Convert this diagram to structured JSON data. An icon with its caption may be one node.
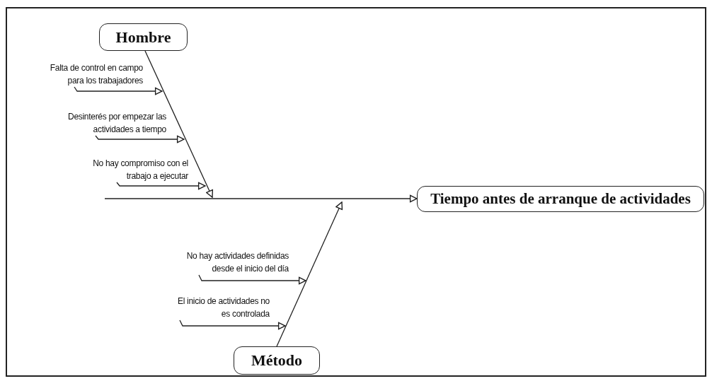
{
  "diagram": {
    "nodes": [
      {
        "text": [
          "Hombre"
        ]
      },
      {
        "text": [
          "Falta de control en campo para los trabajadores"
        ]
      },
      {
        "text": [
          "Desinterés por empezar las actividades a tiempo"
        ]
      },
      {
        "text": [
          "No hay compromiso con el trabajo a ejecutar"
        ]
      },
      {
        "text": [
          "Tiempo antes de arranque de actividades"
        ]
      },
      {
        "text": [
          "No hay actividades definidas desde el inicio del día"
        ]
      },
      {
        "text": [
          "El inicio de actividades no es controlada"
        ]
      },
      {
        "text": [
          "Método"
        ]
      }
    ],
    "edges": [
      {
        "from": 1,
        "to": null,
        "arrow": "to"
      },
      {
        "from": 2,
        "to": null,
        "arrow": "to"
      },
      {
        "from": 3,
        "to": null,
        "arrow": "to"
      },
      {
        "from": 0,
        "to": null,
        "arrow": "to"
      },
      {
        "from": null,
        "to": 4,
        "arrow": "to"
      },
      {
        "from": 7,
        "to": null,
        "arrow": "to"
      },
      {
        "from": 5,
        "to": null,
        "arrow": "to"
      },
      {
        "from": 6,
        "to": null,
        "arrow": "to"
      }
    ]
  }
}
